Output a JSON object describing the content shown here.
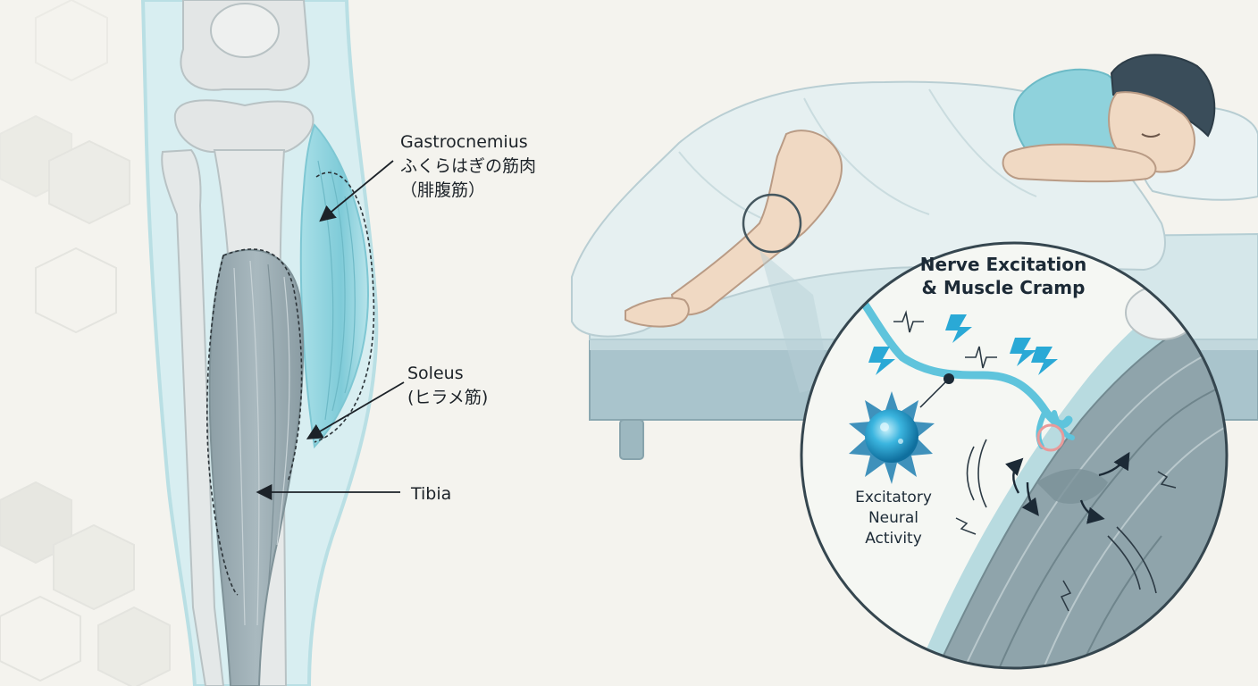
{
  "labels": {
    "gastrocnemius": {
      "en": "Gastrocnemius",
      "ja": "ふくらはぎの筋肉",
      "ja_sub": "（腓腹筋）"
    },
    "soleus": {
      "en": "Soleus",
      "ja": "(ヒラメ筋)"
    },
    "tibia": {
      "en": "Tibia"
    }
  },
  "inset": {
    "title": [
      "Nerve Excitation",
      "& Muscle Cramp"
    ],
    "neuron_label": [
      "Excitatory",
      "Neural",
      "Activity"
    ]
  },
  "colors": {
    "background": "#f4f3ee",
    "leg_outline": "#b9dfe4",
    "muscle_blue": "#8fd1dc",
    "muscle_gray": "#9fb0b6",
    "nerve": "#5fc4dc",
    "spark": "#2aa9d6",
    "text": "#1c2228"
  }
}
